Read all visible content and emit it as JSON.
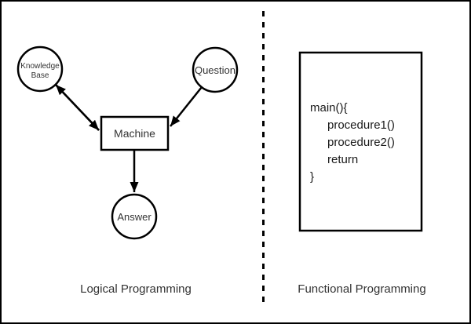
{
  "left_panel": {
    "label": "Logical Programming",
    "nodes": {
      "knowledge_base": {
        "line1": "Knowledge",
        "line2": "Base"
      },
      "question": "Question",
      "machine": "Machine",
      "answer": "Answer"
    }
  },
  "right_panel": {
    "label": "Functional Programming",
    "code": {
      "lines": [
        "main(){",
        "procedure1()",
        "procedure2()",
        "return",
        "}"
      ]
    }
  },
  "colors": {
    "background": "#ffffff",
    "stroke": "#000000",
    "node_text": "#333333",
    "code_text": "#1a1a1a"
  }
}
